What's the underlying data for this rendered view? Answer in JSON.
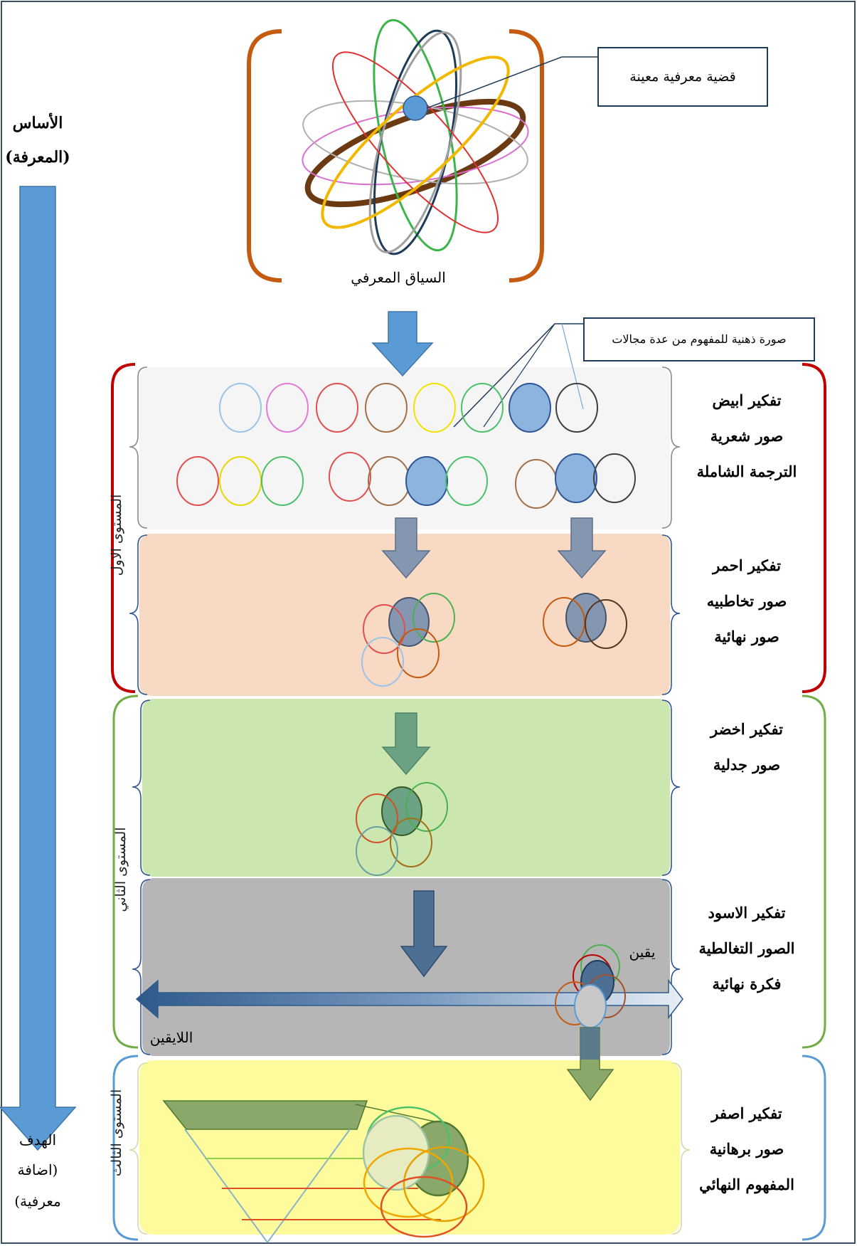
{
  "colors": {
    "frame": "#3b4f66",
    "arrow_blue": "#5b9bd5",
    "white_band": "#f5f5f5",
    "red_band": "#f8d9c4",
    "green_band": "#cce6b0",
    "black_band": "#b6b6b6",
    "yellow_band": "#fdfb9c",
    "bracket_orange": "#c55a11",
    "bracket_red": "#c00000",
    "bracket_green": "#70ad47",
    "bracket_blue": "#5b9bd5"
  },
  "left": {
    "top_title": "الأساس",
    "top_sub": "(المعرفة)",
    "bottom_title": "الهدف",
    "bottom_line2": "(اضافة",
    "bottom_line3": "معرفية)"
  },
  "top": {
    "callout": "قضية معرفية معينة",
    "context": "السياق المعرفي",
    "callout2": "صورة ذهنية للمفهوم من عدة مجالات"
  },
  "levels": {
    "first": "المستوى الاول",
    "second": "المستوى الثاني",
    "third": "المستوى الثالث"
  },
  "bands": [
    {
      "id": "white",
      "lines": [
        "تفكير ابيض",
        "صور شعرية",
        "الترجمة الشاملة"
      ]
    },
    {
      "id": "red",
      "lines": [
        "تفكير احمر",
        "صور تخاطبيه",
        "صور نهائية"
      ]
    },
    {
      "id": "green",
      "lines": [
        "تفكير اخضر",
        "صور جدلية"
      ]
    },
    {
      "id": "black",
      "lines": [
        "تفكير الاسود",
        "الصور التغالطية",
        "فكرة نهائية"
      ]
    },
    {
      "id": "yellow",
      "lines": [
        "تفكير اصفر",
        "صور برهانية",
        "المفهوم النهائي"
      ]
    }
  ],
  "axis": {
    "certain": "يقين",
    "uncertain": "اللايقين"
  }
}
